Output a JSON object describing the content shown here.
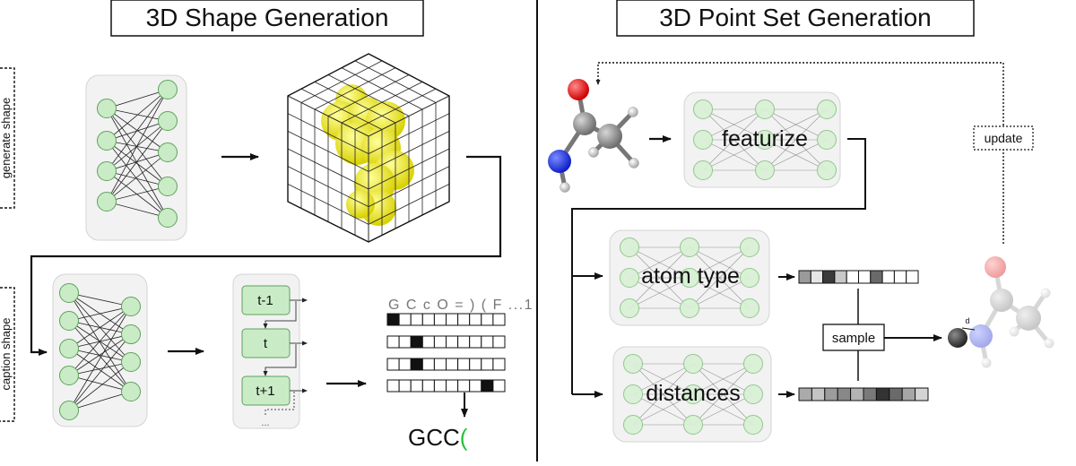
{
  "left_panel": {
    "title": "3D Shape Generation",
    "side_labels": {
      "generate": "generate shape",
      "caption": "caption shape"
    },
    "rnn_steps": [
      "t-1",
      "t",
      "t+1"
    ],
    "rnn_more": "...",
    "token_header": "G C c O = ) ( F ...1",
    "one_hot_rows": [
      {
        "active_index": 0
      },
      {
        "active_index": 2
      },
      {
        "active_index": 2
      },
      {
        "active_index": 8
      }
    ],
    "output_prefix": "GCC",
    "output_bracket": "("
  },
  "right_panel": {
    "title": "3D Point Set Generation",
    "featurize": "featurize",
    "atom_type": "atom type",
    "distances": "distances",
    "sample": "sample",
    "update": "update",
    "distance_marker": "d"
  },
  "colors": {
    "node_fill": "#c9ecc7",
    "node_stroke": "#5fa15c",
    "panel_fill": "#f2f2f2",
    "voxel_yellow": "#f5f000",
    "oxygen_red": "#e01010",
    "nitrogen_blue": "#1a36e0",
    "carbon_gray": "#8a8a8a",
    "bracket_green": "#21c23c"
  }
}
